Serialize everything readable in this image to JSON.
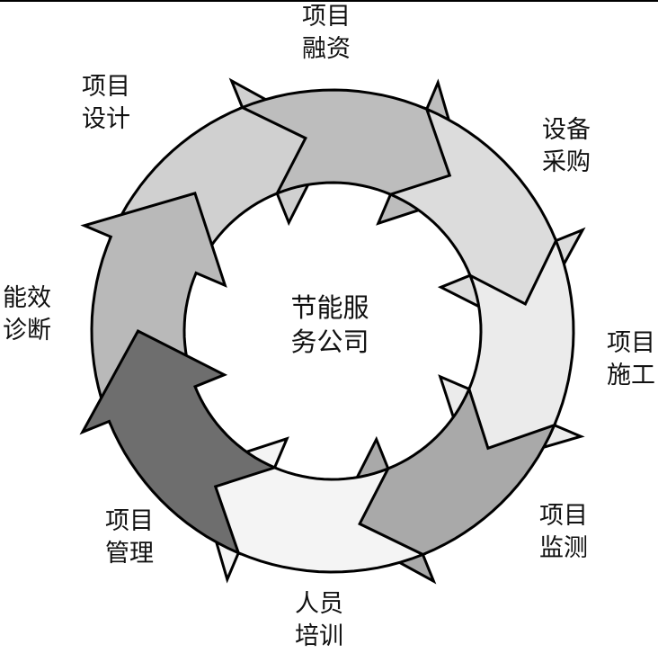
{
  "center": {
    "line1": "节能服",
    "line2": "务公司"
  },
  "stages": [
    {
      "id": "financing",
      "line1": "项目",
      "line2": "融资",
      "fill": "#bdbdbd"
    },
    {
      "id": "procurement",
      "line1": "设备",
      "line2": "采购",
      "fill": "#dcdcdc"
    },
    {
      "id": "construction",
      "line1": "项目",
      "line2": "施工",
      "fill": "#ebebeb"
    },
    {
      "id": "monitoring",
      "line1": "项目",
      "line2": "监测",
      "fill": "#a9a9a9"
    },
    {
      "id": "training",
      "line1": "人员",
      "line2": "培训",
      "fill": "#f4f4f4"
    },
    {
      "id": "management",
      "line1": "项目",
      "line2": "管理",
      "fill": "#6e6e6e"
    },
    {
      "id": "diagnosis",
      "line1": "能效",
      "line2": "诊断",
      "fill": "#b9b9b9"
    },
    {
      "id": "design",
      "line1": "项目",
      "line2": "设计",
      "fill": "#d0d0d0"
    }
  ]
}
